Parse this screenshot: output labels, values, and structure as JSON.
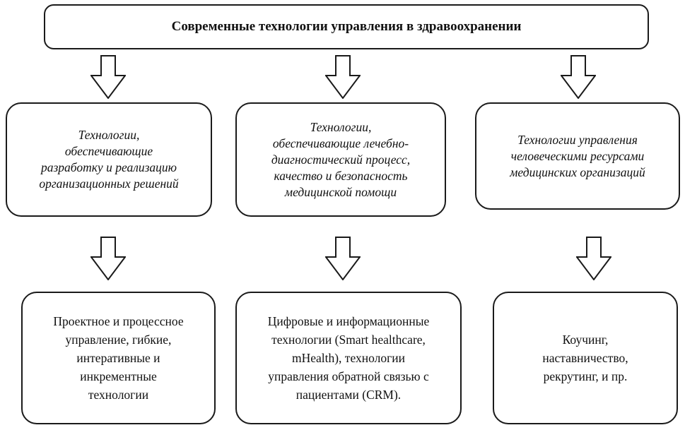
{
  "title": "Современные технологии управления в здравоохранении",
  "columns": [
    {
      "category_lines": [
        "Технологии,",
        "обеспечивающие",
        "разработку и реализацию",
        "организационных решений"
      ],
      "detail_lines": [
        "Проектное и процессное",
        "управление, гибкие,",
        "интеративные и",
        "инкрементные",
        "технологии"
      ]
    },
    {
      "category_lines": [
        "Технологии,",
        "обеспечивающие лечебно-",
        "диагностический процесс,",
        "качество  и безопасность",
        "медицинской помощи"
      ],
      "detail_lines": [
        "Цифровые и информационные",
        "технологии (Smart healthcare,",
        "mHealth), технологии",
        "управления обратной связью с",
        "пациентами  (CRM)."
      ]
    },
    {
      "category_lines": [
        "Технологии управления",
        "человеческими ресурсами",
        "медицинских организаций"
      ],
      "detail_lines": [
        "Коучинг,",
        "наставничество,",
        "рекрутинг, и пр."
      ]
    }
  ]
}
